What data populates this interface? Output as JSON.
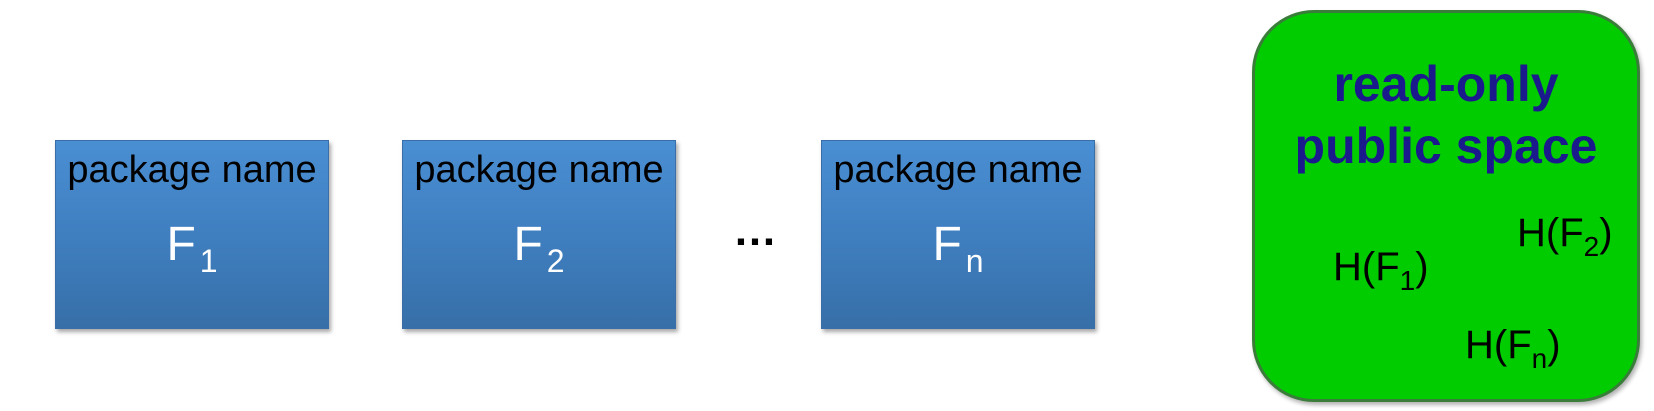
{
  "packages": [
    {
      "label": "package name",
      "file": "F",
      "sub": "1"
    },
    {
      "label": "package name",
      "file": "F",
      "sub": "2"
    },
    {
      "label": "package name",
      "file": "F",
      "sub": "n"
    }
  ],
  "ellipsis": "…",
  "public_space": {
    "title_line1": "read-only",
    "title_line2": "public space",
    "hashes": [
      {
        "prefix": "H(F",
        "sub": "1",
        "suffix": ")"
      },
      {
        "prefix": "H(F",
        "sub": "2",
        "suffix": ")"
      },
      {
        "prefix": "H(F",
        "sub": "n",
        "suffix": ")"
      }
    ]
  },
  "colors": {
    "package_fill": "#4a8fd3",
    "space_fill": "#00cc00",
    "title_color": "#1a1a8c"
  }
}
